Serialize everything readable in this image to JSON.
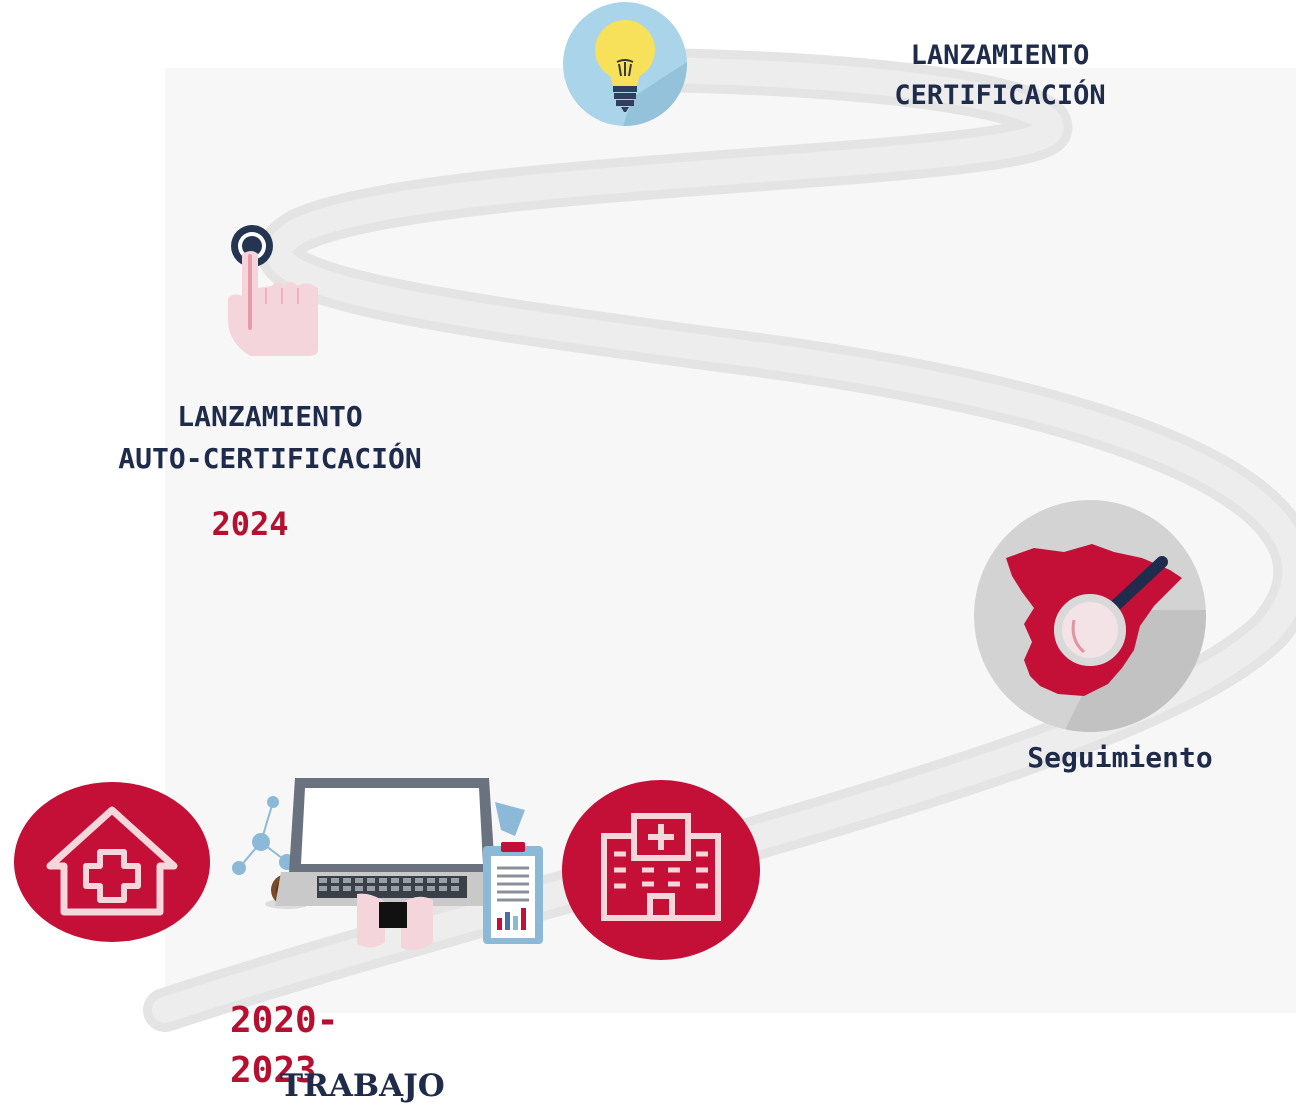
{
  "milestones": {
    "launch_cert": {
      "label_line1": "LANZAMIENTO",
      "label_line2": "CERTIFICACIÓN",
      "icon": "lightbulb-icon"
    },
    "launch_auto_cert": {
      "label_line1": "LANZAMIENTO",
      "label_line2": "AUTO-CERTIFICACIÓN",
      "year": "2024",
      "icon": "touch-button-icon"
    },
    "tracking": {
      "label": "Seguimiento",
      "icon": "spain-map-magnifier-icon"
    },
    "work": {
      "year_line1": "2020-",
      "year_line2": "2023",
      "label": "TRABAJO",
      "icons": [
        "home-health-icon",
        "laptop-work-icon",
        "hospital-icon"
      ]
    }
  },
  "colors": {
    "navy": "#1e2b4a",
    "accent_red": "#b5102f",
    "road_gray": "#e3e3e3",
    "bulb_circle": "#a9d4ea",
    "map_circle": "#d3d3d3"
  }
}
